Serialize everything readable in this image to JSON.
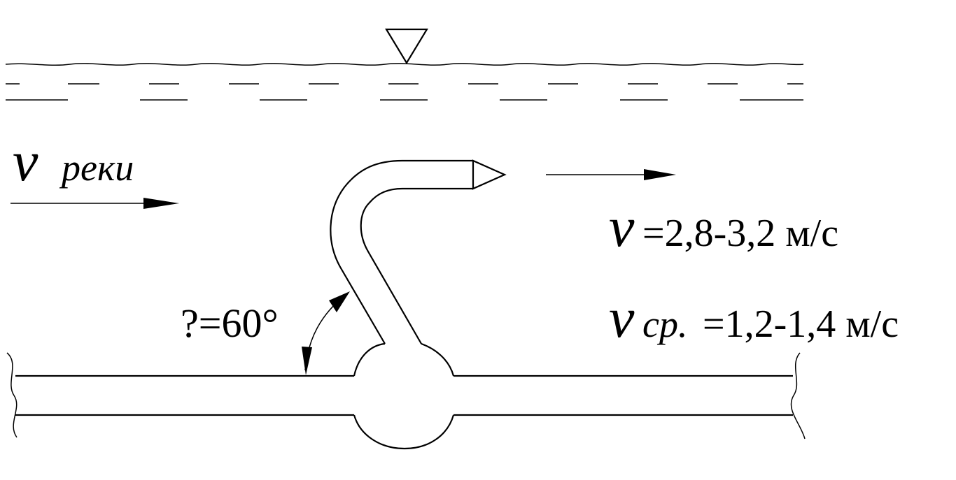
{
  "labels": {
    "river_v_symbol": "v",
    "river_v_sub": "реки",
    "angle": "?=60°",
    "v_symbol": "v",
    "v_value": "=2,8-3,2 м/с",
    "vavg_symbol": "v",
    "vavg_sub": "ср.",
    "vavg_value": "=1,2-1,4 м/с"
  }
}
